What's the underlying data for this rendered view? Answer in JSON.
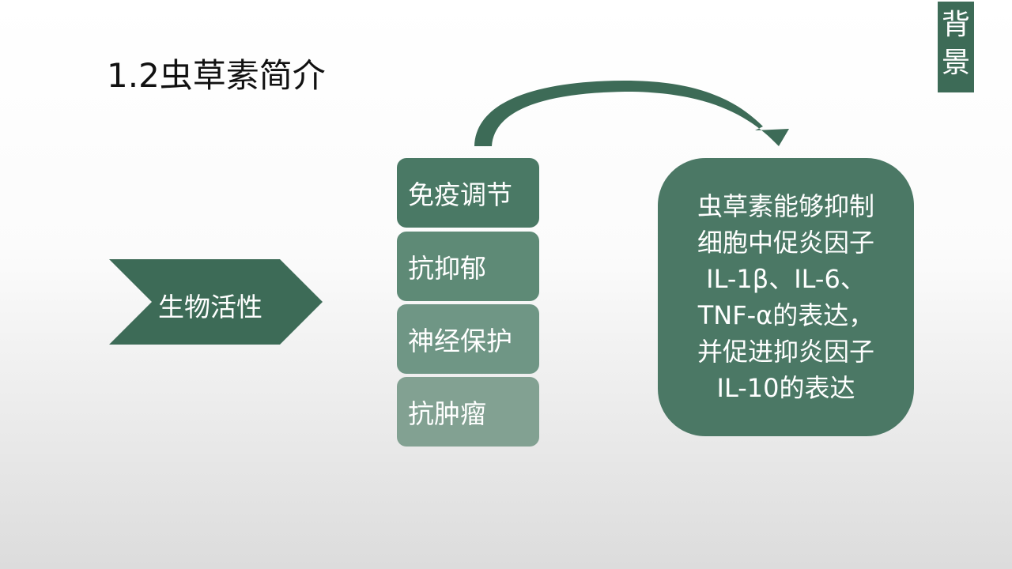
{
  "title": "1.2虫草素简介",
  "section_tag": "背景",
  "chevron_label": "生物活性",
  "activities": [
    "免疫调节",
    "抗抑郁",
    "神经保护",
    "抗肿瘤"
  ],
  "description_lines": [
    "虫草素能够抑制",
    "细胞中促炎因子",
    "IL-1β、IL-6、",
    "TNF-α的表达，",
    "并促进抑炎因子",
    "IL-10的表达"
  ],
  "colors": {
    "dark_green": "#3d6b57",
    "box1": "#4a7965",
    "box2": "#5e8a76",
    "box3": "#6f9685",
    "box4": "#82a192"
  }
}
